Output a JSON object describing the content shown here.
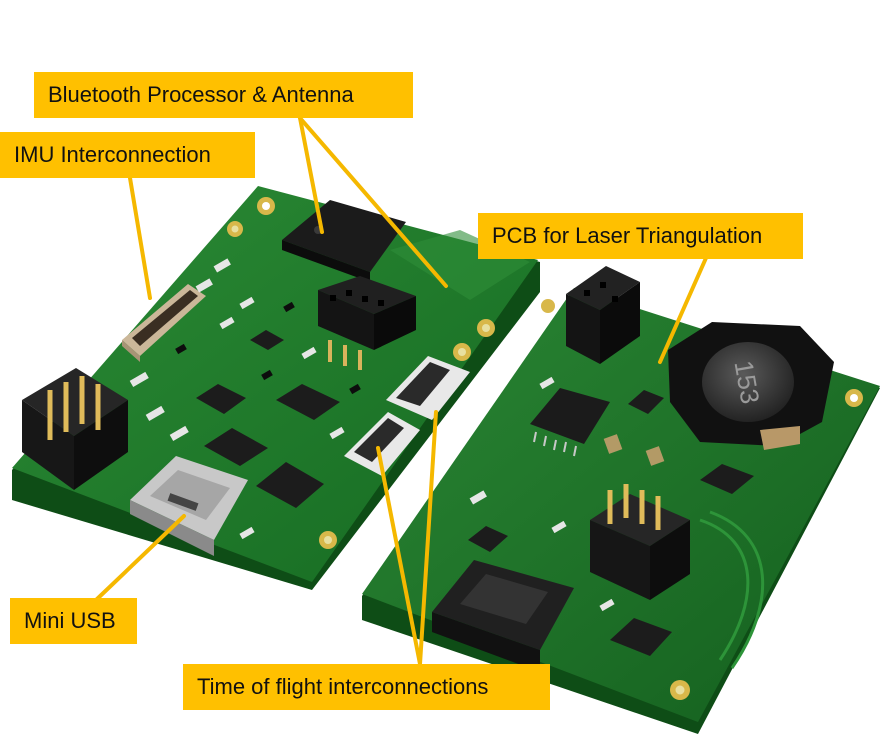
{
  "callouts": {
    "bluetooth": "Bluetooth Processor & Antenna",
    "imu": "IMU Interconnection",
    "pcb_laser": "PCB for Laser Triangulation",
    "mini_usb": "Mini USB",
    "tof": "Time of flight interconnections"
  },
  "component_markings": {
    "inductor_code": "153"
  },
  "colors": {
    "callout_fill": "#ffc000",
    "leader_line": "#f5b800",
    "pcb_green": "#1f7a2a",
    "pcb_dark": "#135a1b",
    "background": "#ffffff"
  }
}
